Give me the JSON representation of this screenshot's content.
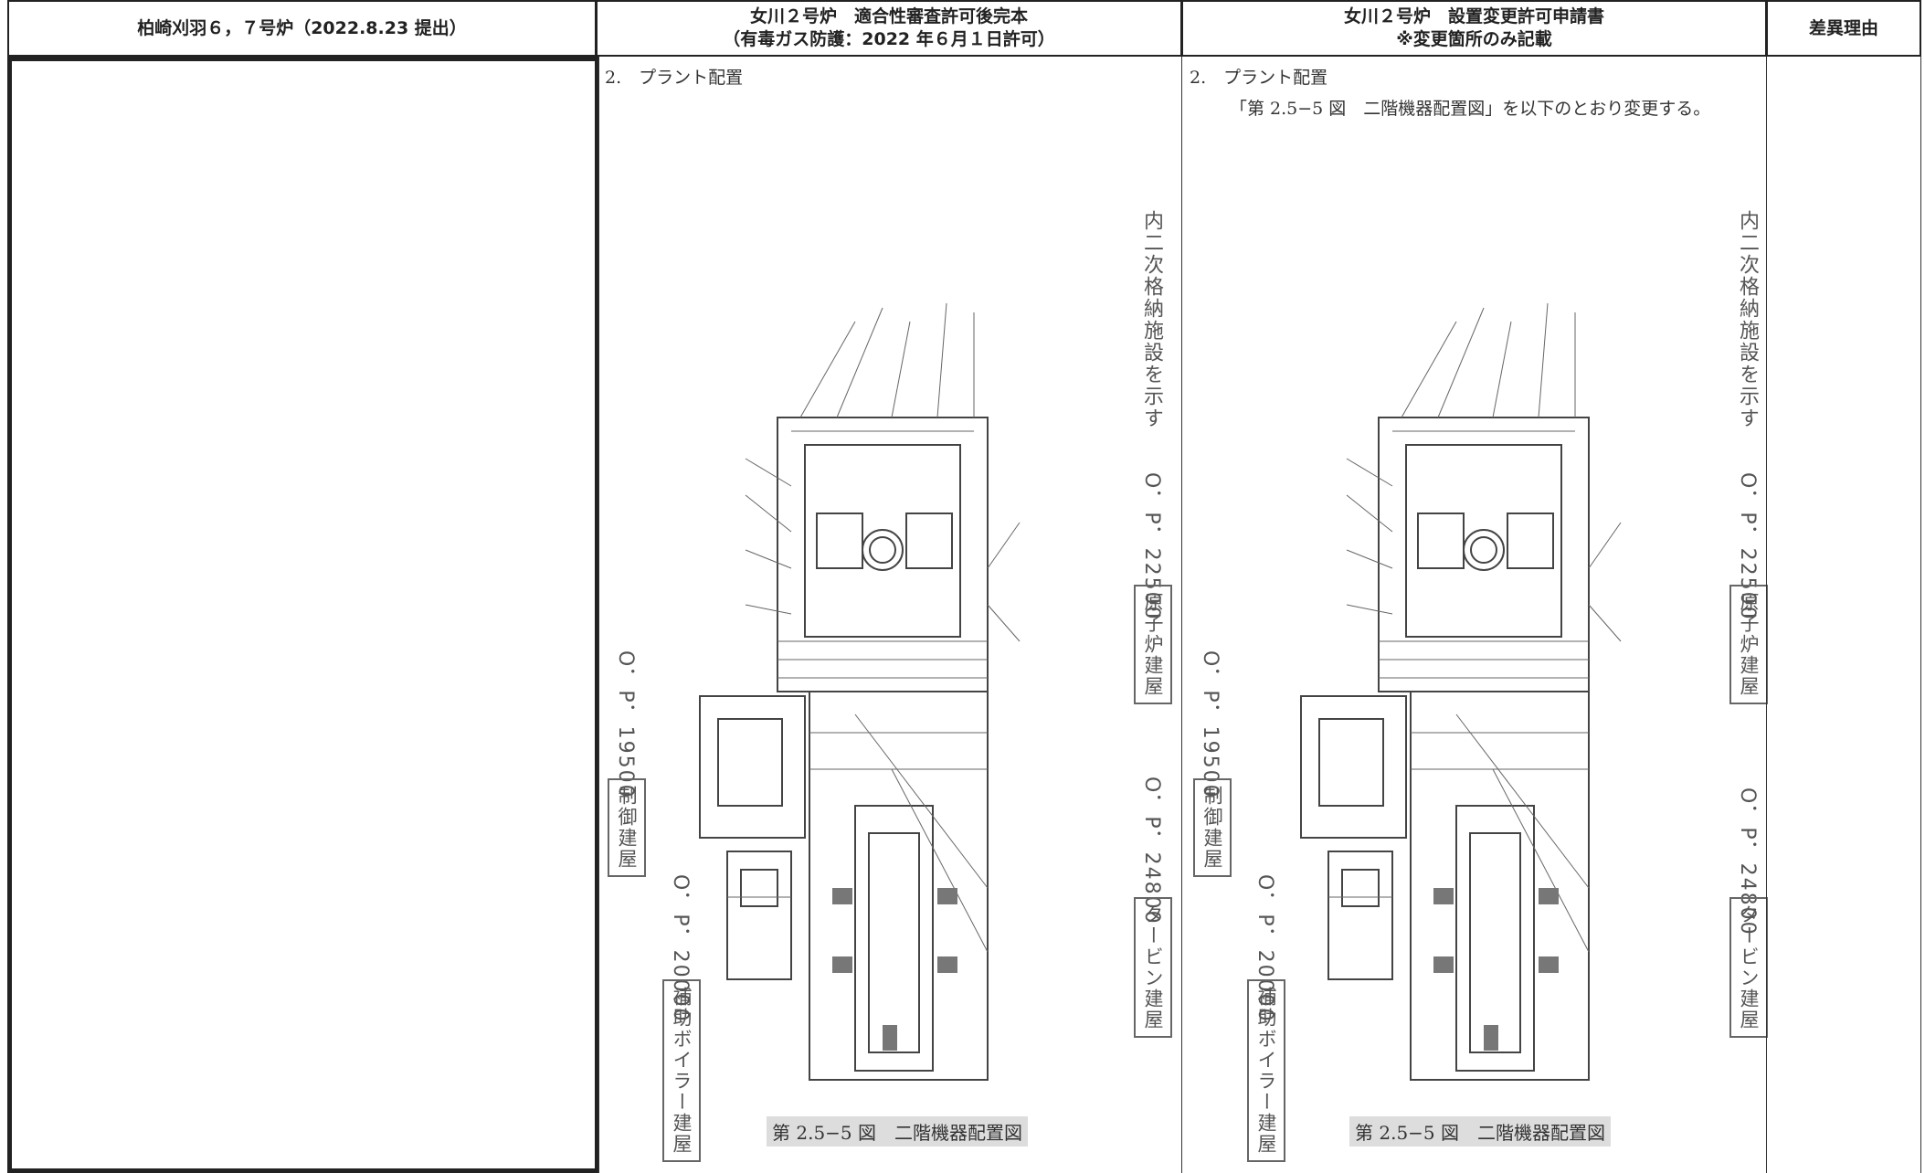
{
  "headers": {
    "col1": "柏崎刈羽６，７号炉（2022.8.23 提出）",
    "col2_line1": "女川２号炉　適合性審査許可後完本",
    "col2_line2": "（有毒ガス防護：2022 年６月１日許可）",
    "col3_line1": "女川２号炉　設置変更許可申請書",
    "col3_line2": "※変更箇所のみ記載",
    "col4": "差異理由"
  },
  "col2": {
    "section": "2.　プラント配置",
    "caption": "第 2.5−5 図　二階機器配置図",
    "labels": {
      "reactor_legend": "内二次格納施設を示す",
      "op_22500": "O．P．22500",
      "reactor_bldg": "原子炉建屋",
      "op_19500": "O．P．19500",
      "control_bldg": "制御建屋",
      "op_24800": "O．P．24800",
      "turbine_bldg": "タービン建屋",
      "op_20000": "O．P．20000",
      "aux_boiler_bldg": "補助ボイラー建屋"
    }
  },
  "col3": {
    "section": "2.　プラント配置",
    "note": "「第 2.5−5 図　二階機器配置図」を以下のとおり変更する。",
    "caption": "第 2.5−5 図　二階機器配置図",
    "labels": {
      "reactor_legend": "内二次格納施設を示す",
      "op_22500": "O．P．22500",
      "reactor_bldg": "原子炉建屋",
      "op_19500": "O．P．19500",
      "control_bldg": "制御建屋",
      "op_24800": "O．P．24800",
      "turbine_bldg": "タービン建屋",
      "op_20000": "O．P．20000",
      "aux_boiler_bldg": "補助ボイラー建屋"
    }
  }
}
